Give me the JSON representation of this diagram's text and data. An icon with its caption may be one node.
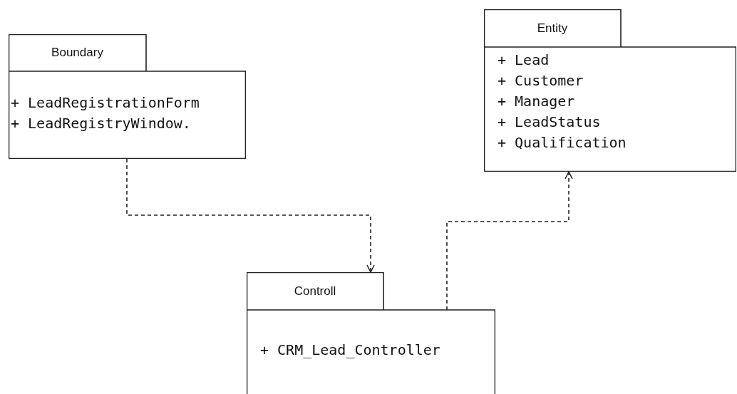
{
  "diagram": {
    "nodes": [
      {
        "text": [
          "Boundary",
          "+ LeadRegistrationForm",
          "+ LeadRegistryWindow."
        ]
      },
      {
        "text": [
          "Entity",
          "+ Lead",
          "+ Customer",
          "+ Manager",
          "+ LeadStatus",
          "+ Qualification"
        ]
      },
      {
        "text": [
          "Controll",
          "+ CRM_Lead_Controller"
        ]
      }
    ],
    "edges": [
      {
        "from": 0,
        "to": 2,
        "arrow": "to",
        "style": "dashed"
      },
      {
        "from": 2,
        "to": 1,
        "arrow": "to",
        "style": "dashed"
      }
    ]
  }
}
